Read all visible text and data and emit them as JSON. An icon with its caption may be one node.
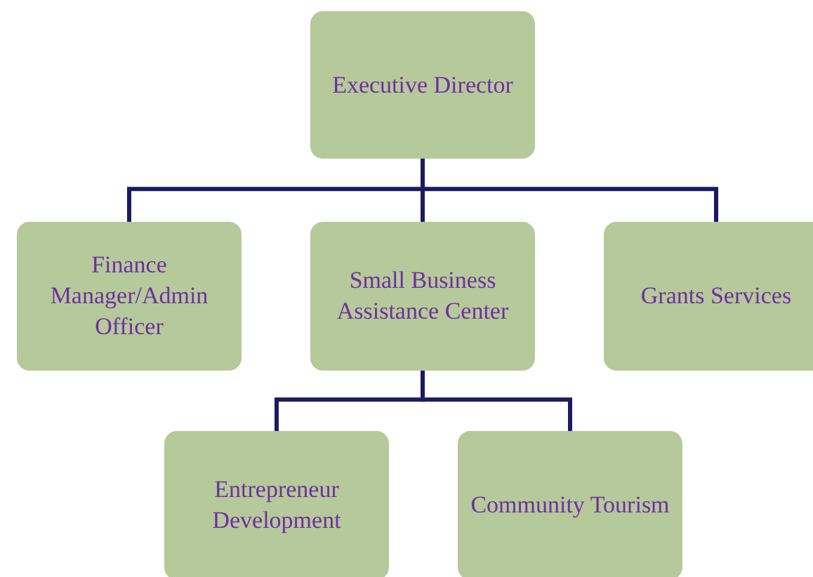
{
  "diagram": {
    "nodes": [
      {
        "text": [
          "Executive Director"
        ]
      },
      {
        "text": [
          "Finance Manager/Admin Officer"
        ]
      },
      {
        "text": [
          "Small Business Assistance Center"
        ]
      },
      {
        "text": [
          "Grants Services"
        ]
      },
      {
        "text": [
          "Entrepreneur Development"
        ]
      },
      {
        "text": [
          "Community Tourism"
        ]
      }
    ],
    "edges": [
      {
        "from": 0,
        "to": 1,
        "arrow": "none"
      },
      {
        "from": 0,
        "to": 2,
        "arrow": "none"
      },
      {
        "from": 0,
        "to": 3,
        "arrow": "none"
      },
      {
        "from": 2,
        "to": 4,
        "arrow": "none"
      },
      {
        "from": 2,
        "to": 5,
        "arrow": "none"
      }
    ]
  }
}
